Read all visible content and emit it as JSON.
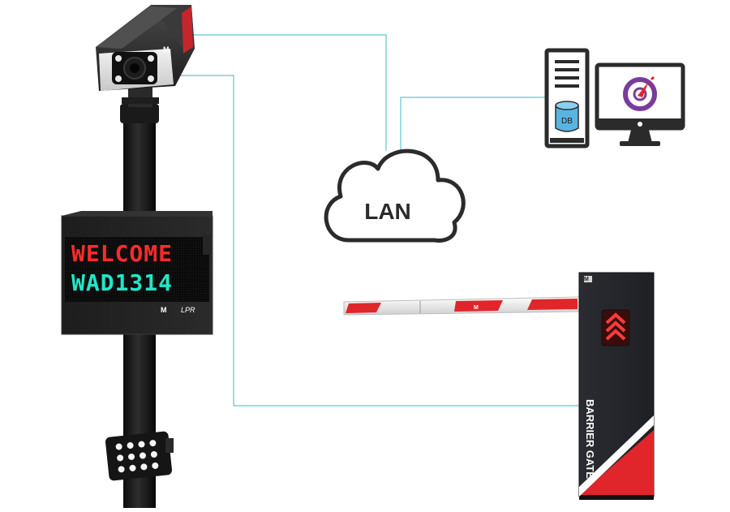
{
  "network": {
    "label": "LAN",
    "line_color": "#5bc8d8"
  },
  "display_board": {
    "line1": "WELCOME",
    "line2": "WAD1314",
    "line1_color": "#ff2b2b",
    "line2_color": "#22e6c8",
    "brand": "LPR"
  },
  "camera": {
    "brand_mark": "M"
  },
  "database": {
    "label": "DB"
  },
  "barrier": {
    "label": "BARRIER GATE",
    "accent_color": "#e0262b"
  },
  "icons": [
    "camera-icon",
    "server-icon",
    "monitor-icon",
    "cloud-icon",
    "flood-light-icon",
    "arrow-up-icon"
  ]
}
